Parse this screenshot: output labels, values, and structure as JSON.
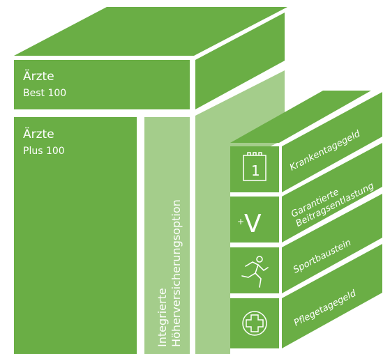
{
  "colors": {
    "green": "#6aae45",
    "green_dark": "#5a9c38",
    "green_light": "#a4cd8b",
    "white": "#ffffff"
  },
  "blocks": {
    "best": {
      "title": "Ärzte",
      "subtitle": "Best 100"
    },
    "plus": {
      "title": "Ärzte",
      "subtitle": "Plus 100"
    },
    "option": {
      "line1": "Integrierte",
      "line2": "Höherversicherungsoption"
    }
  },
  "modules": [
    {
      "label": "Krankentagegeld",
      "icon": "calendar-icon",
      "icon_text": "1"
    },
    {
      "label_line1": "Garantierte",
      "label_line2": "Beitragsentlastung",
      "icon": "plus-v-icon",
      "icon_text": "V"
    },
    {
      "label": "Sportbaustein",
      "icon": "runner-icon"
    },
    {
      "label": "Pflegetagegeld",
      "icon": "medical-cross-icon"
    }
  ]
}
